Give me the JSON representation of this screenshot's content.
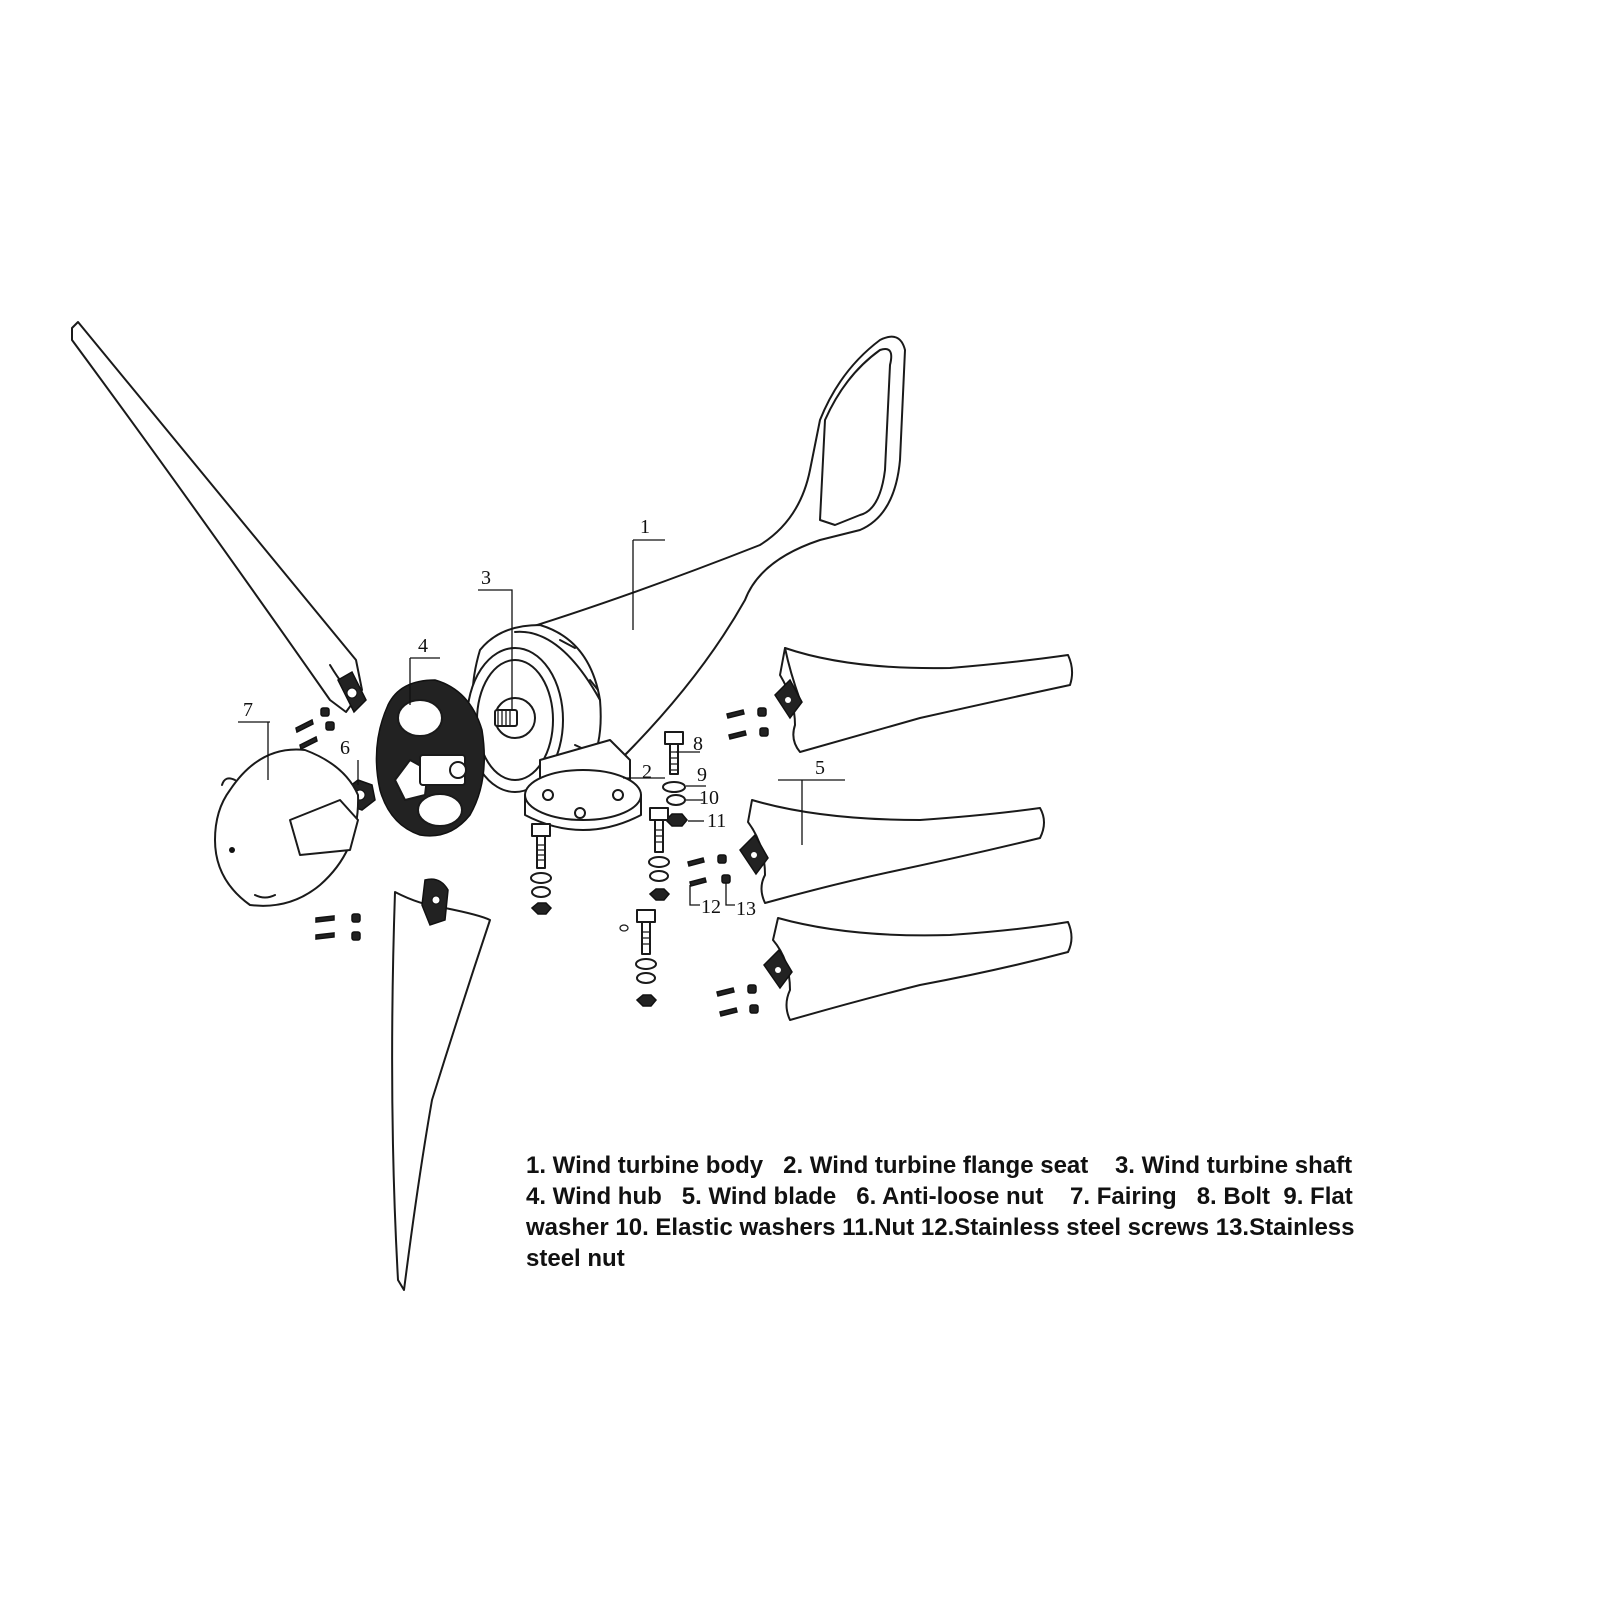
{
  "callouts": [
    "1",
    "2",
    "3",
    "4",
    "5",
    "6",
    "7",
    "8",
    "9",
    "10",
    "11",
    "12",
    "13"
  ],
  "legend": {
    "line1": "1. Wind turbine body   2. Wind turbine flange seat    3. Wind turbine shaft",
    "line2": "4. Wind hub   5. Wind blade   6. Anti-loose nut    7. Fairing   8. Bolt  9. Flat",
    "line3": "washer 10. Elastic washers 11.Nut 12.Stainless steel screws 13.Stainless",
    "line4": "steel nut"
  }
}
